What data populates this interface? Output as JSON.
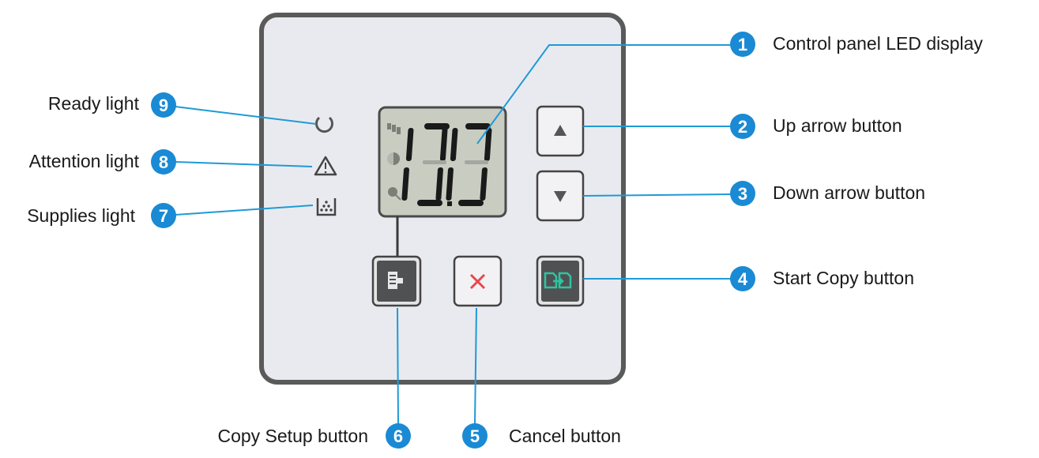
{
  "diagram": {
    "callouts": [
      {
        "number": "1",
        "label": "Control panel LED display"
      },
      {
        "number": "2",
        "label": "Up arrow button"
      },
      {
        "number": "3",
        "label": "Down arrow button"
      },
      {
        "number": "4",
        "label": "Start Copy button"
      },
      {
        "number": "5",
        "label": "Cancel button"
      },
      {
        "number": "6",
        "label": "Copy Setup button"
      },
      {
        "number": "7",
        "label": "Supplies light"
      },
      {
        "number": "8",
        "label": "Attention light"
      },
      {
        "number": "9",
        "label": "Ready light"
      }
    ],
    "colors": {
      "callout": "#1a8ad4",
      "panel": "#e9eaf0",
      "lcd": "#c9ccc0",
      "start_icon": "#2ec4a0",
      "cancel_icon": "#e8474c"
    }
  }
}
